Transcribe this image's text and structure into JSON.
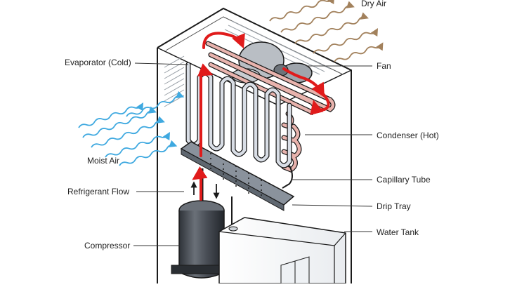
{
  "labels": {
    "dry_air": "Dry Air",
    "evaporator": "Evaporator (Cold)",
    "fan": "Fan",
    "moist_air": "Moist Air",
    "condenser": "Condenser (Hot)",
    "capillary_tube": "Capillary Tube",
    "refrigerant_flow": "Refrigerant Flow",
    "drip_tray": "Drip Tray",
    "water_tank": "Water Tank",
    "compressor": "Compressor"
  },
  "colors": {
    "moist_air": "#3fa9e0",
    "dry_air": "#a2815c",
    "refrigerant_flow": "#e01b1b",
    "condenser_tube": "#e8b3ad",
    "evaporator_tube": "#d9dee6",
    "outline": "#1a1a1a",
    "compressor": "#4a4f57",
    "drip_tray": "#8a929c"
  }
}
